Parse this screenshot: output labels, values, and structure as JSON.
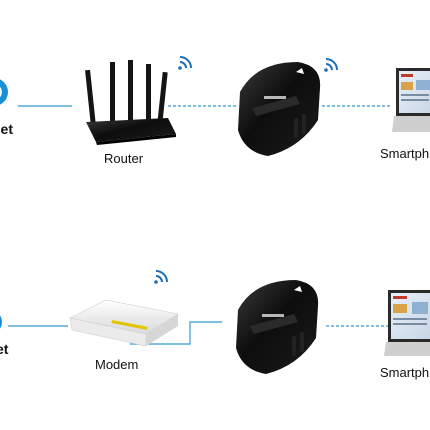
{
  "top_row": {
    "internet_label": "net",
    "router_label": "Router",
    "device_label": "Smartph"
  },
  "bottom_row": {
    "internet_label": "et",
    "modem_label": "Modem",
    "device_label": "Smartph"
  },
  "colors": {
    "link_line": "#52a8d8",
    "wifi_blue": "#1e6fb8",
    "device_black": "#111111",
    "modem_white": "#f2f2f2",
    "modem_accent": "#e2c400"
  },
  "icons": [
    "wifi-icon",
    "internet-globe-icon",
    "router-icon",
    "modem-icon",
    "repeater-icon",
    "laptop-icon"
  ]
}
